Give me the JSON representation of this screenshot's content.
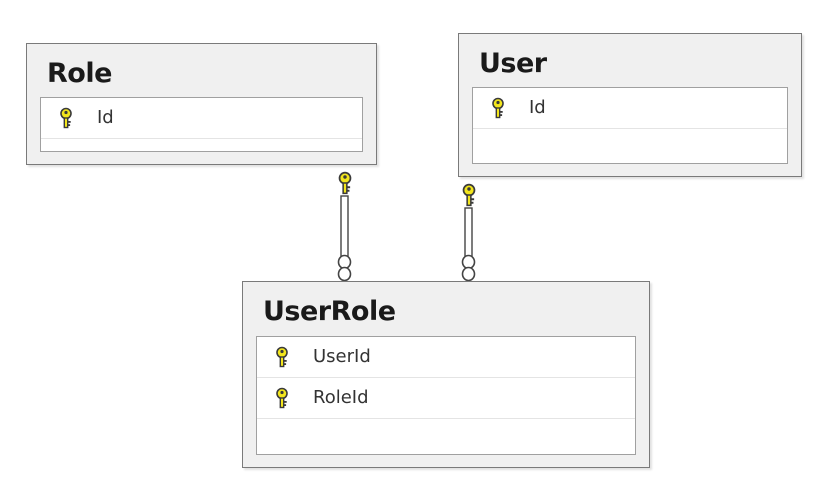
{
  "colors": {
    "table_border": "#7a7a7a",
    "table_fill": "#f0f0f0",
    "key_fill": "#f3e61c",
    "key_stroke": "#3a3a3a"
  },
  "tables": {
    "role": {
      "title": "Role",
      "columns": [
        {
          "name": "Id",
          "icon": "key-icon"
        }
      ]
    },
    "user": {
      "title": "User",
      "columns": [
        {
          "name": "Id",
          "icon": "key-icon"
        }
      ]
    },
    "userrole": {
      "title": "UserRole",
      "columns": [
        {
          "name": "UserId",
          "icon": "key-icon"
        },
        {
          "name": "RoleId",
          "icon": "key-icon"
        }
      ]
    }
  },
  "relationships": [
    {
      "from": "Role",
      "to": "UserRole",
      "from_end": "one",
      "to_end": "many"
    },
    {
      "from": "User",
      "to": "UserRole",
      "from_end": "one",
      "to_end": "many"
    }
  ]
}
